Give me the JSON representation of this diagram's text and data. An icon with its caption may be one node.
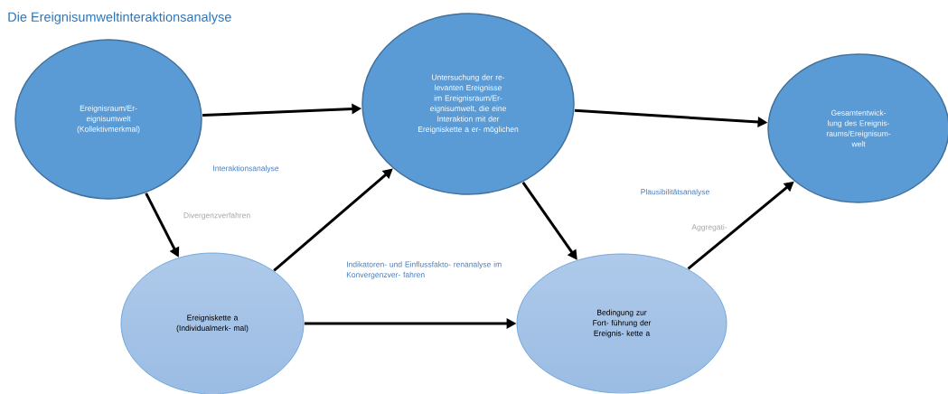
{
  "diagram": {
    "title": "Die Ereignisumweltinteraktionsanalyse",
    "nodes": [
      {
        "text": [
          "Ereignisraum/Er- eignisumwelt (Kollektivmerkmal)"
        ]
      },
      {
        "text": [
          "Untersuchung der re- levanten Ereignisse im Ereignisraum/Er- eignisumwelt, die eine Interaktion mit der Ereigniskette a er- möglichen"
        ]
      },
      {
        "text": [
          "Gesamtentwick- lung des Ereignis- raums/Ereignisum- welt"
        ]
      },
      {
        "text": [
          "Ereigniskette a (Individualmerk- mal)"
        ]
      },
      {
        "text": [
          "Bedingung zur Fort- führung der Ereignis- kette a"
        ]
      }
    ],
    "edges": [
      {
        "from": 0,
        "to": 1,
        "arrow": "to"
      },
      {
        "from": 0,
        "to": 3,
        "arrow": "to"
      },
      {
        "from": 3,
        "to": 1,
        "arrow": "to"
      },
      {
        "from": 3,
        "to": 4,
        "arrow": "to"
      },
      {
        "from": 1,
        "to": 4,
        "arrow": "to"
      },
      {
        "from": 1,
        "to": 2,
        "arrow": "to"
      },
      {
        "from": 4,
        "to": 2,
        "arrow": "to"
      }
    ],
    "labels": [
      "Interaktionsanalyse",
      "Divergenzverfahren",
      "Indikatoren- und Einflussfakto- renanalyse im Konvergenzver- fahren",
      "Plausibilitätsanalyse",
      "Aggregati-"
    ]
  }
}
